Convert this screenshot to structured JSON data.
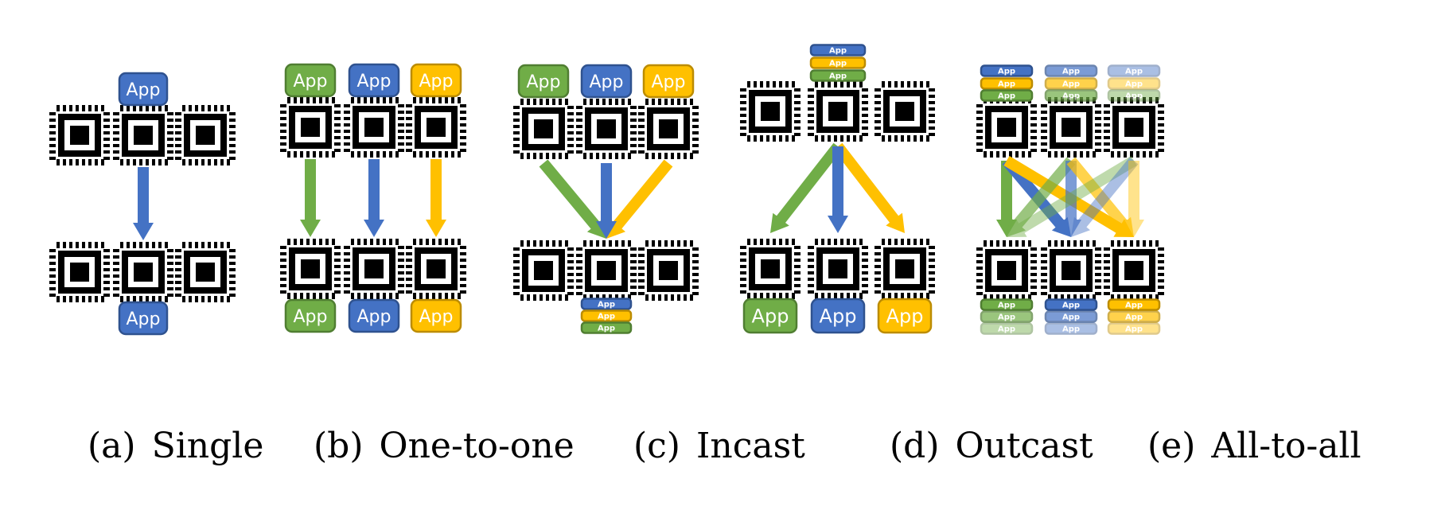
{
  "app_label": "App",
  "colors": {
    "green": "#70ad47",
    "green_dark": "#507e32",
    "blue": "#4472c4",
    "blue_dark": "#2f528f",
    "yellow": "#ffc000",
    "yellow_dark": "#bc8c00",
    "chip": "#000000"
  },
  "panels": [
    {
      "id": "single",
      "letter": "(a)",
      "name": "Single"
    },
    {
      "id": "one-to-one",
      "letter": "(b)",
      "name": "One-to-one"
    },
    {
      "id": "incast",
      "letter": "(c)",
      "name": "Incast"
    },
    {
      "id": "outcast",
      "letter": "(d)",
      "name": "Outcast"
    },
    {
      "id": "all-to-all",
      "letter": "(e)",
      "name": "All-to-all"
    }
  ]
}
